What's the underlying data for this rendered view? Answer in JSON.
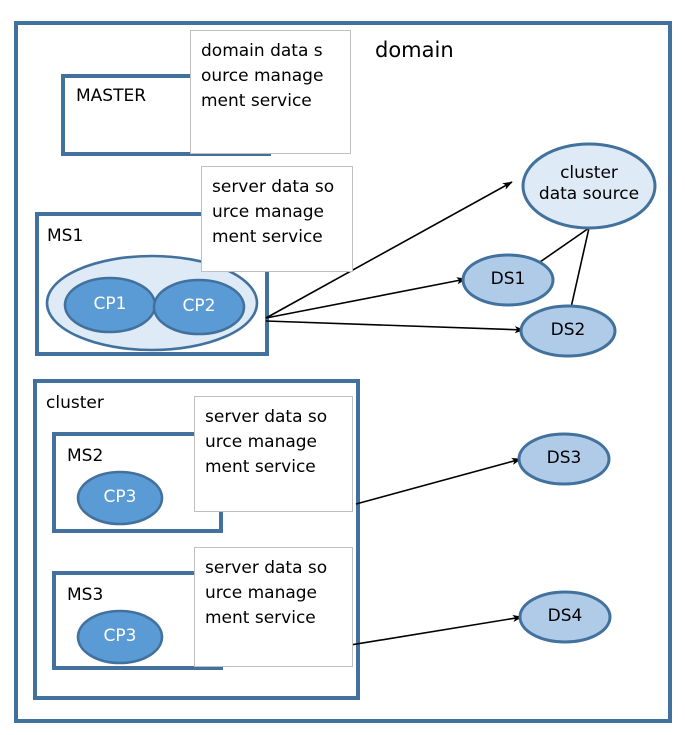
{
  "diagram": {
    "title": "domain",
    "outer_container": {
      "label": "domain",
      "border_color": "#41719C"
    },
    "colors": {
      "container_border": "#41719C",
      "box_border": "#41719C",
      "service_box_border": "#BFBFBF",
      "service_box_fill": "#FFFFFF",
      "ellipse_fill_dark": "#5B9BD5",
      "ellipse_fill_light": "#BDD7EE",
      "ellipse_fill_pale": "#DEEAF6",
      "ellipse_stroke": "#41719C",
      "arrow_color": "#000000",
      "text_color": "#000000",
      "text_on_fill": "#FFFFFF"
    },
    "containers": [
      {
        "name": "master-box",
        "label": "MASTER"
      },
      {
        "name": "ms1-box",
        "label": "MS1"
      },
      {
        "name": "cluster-box",
        "label": "cluster"
      },
      {
        "name": "ms2-box",
        "label": "MS2"
      },
      {
        "name": "ms3-box",
        "label": "MS3"
      }
    ],
    "service_boxes": [
      {
        "name": "domain-data-source-management-service",
        "text": "domain data s\nource manage\nment service"
      },
      {
        "name": "server-data-source-management-service-ms1",
        "text": "server data so\nurce manage\nment service"
      },
      {
        "name": "server-data-source-management-service-ms2",
        "text": "server data so\nurce manage\nment service"
      },
      {
        "name": "server-data-source-management-service-ms3",
        "text": "server data so\nurce manage\nment service"
      }
    ],
    "nodes": [
      {
        "name": "cluster-data-source",
        "label": "cluster\ndata source",
        "shape": "ellipse",
        "fill": "pale",
        "text": "black"
      },
      {
        "name": "ds1",
        "label": "DS1",
        "shape": "ellipse",
        "fill": "light",
        "text": "black"
      },
      {
        "name": "ds2",
        "label": "DS2",
        "shape": "ellipse",
        "fill": "light",
        "text": "black"
      },
      {
        "name": "ds3",
        "label": "DS3",
        "shape": "ellipse",
        "fill": "light",
        "text": "black"
      },
      {
        "name": "ds4",
        "label": "DS4",
        "shape": "ellipse",
        "fill": "light",
        "text": "black"
      },
      {
        "name": "cp-group",
        "label": "",
        "shape": "ellipse",
        "fill": "pale",
        "text": "none"
      },
      {
        "name": "cp1",
        "label": "CP1",
        "shape": "ellipse",
        "fill": "dark",
        "text": "white"
      },
      {
        "name": "cp2",
        "label": "CP2",
        "shape": "ellipse",
        "fill": "dark",
        "text": "white"
      },
      {
        "name": "cp3-ms2",
        "label": "CP3",
        "shape": "ellipse",
        "fill": "dark",
        "text": "white"
      },
      {
        "name": "cp3-ms3",
        "label": "CP3",
        "shape": "ellipse",
        "fill": "dark",
        "text": "white"
      }
    ],
    "connections": [
      {
        "name": "arrow-ms1-to-cluster-data-source",
        "from": "ms1",
        "to": "cluster-data-source",
        "arrow": true
      },
      {
        "name": "arrow-ms1-to-ds1",
        "from": "ms1",
        "to": "ds1",
        "arrow": true
      },
      {
        "name": "arrow-ms1-to-ds2",
        "from": "ms1",
        "to": "ds2",
        "arrow": true
      },
      {
        "name": "line-cluster-data-source-to-ds1",
        "from": "cluster-data-source",
        "to": "ds1",
        "arrow": false
      },
      {
        "name": "line-cluster-data-source-to-ds2",
        "from": "cluster-data-source",
        "to": "ds2",
        "arrow": false
      },
      {
        "name": "arrow-ms2-to-ds3",
        "from": "ms2",
        "to": "ds3",
        "arrow": true
      },
      {
        "name": "arrow-ms3-to-ds4",
        "from": "ms3",
        "to": "ds4",
        "arrow": true
      }
    ]
  }
}
